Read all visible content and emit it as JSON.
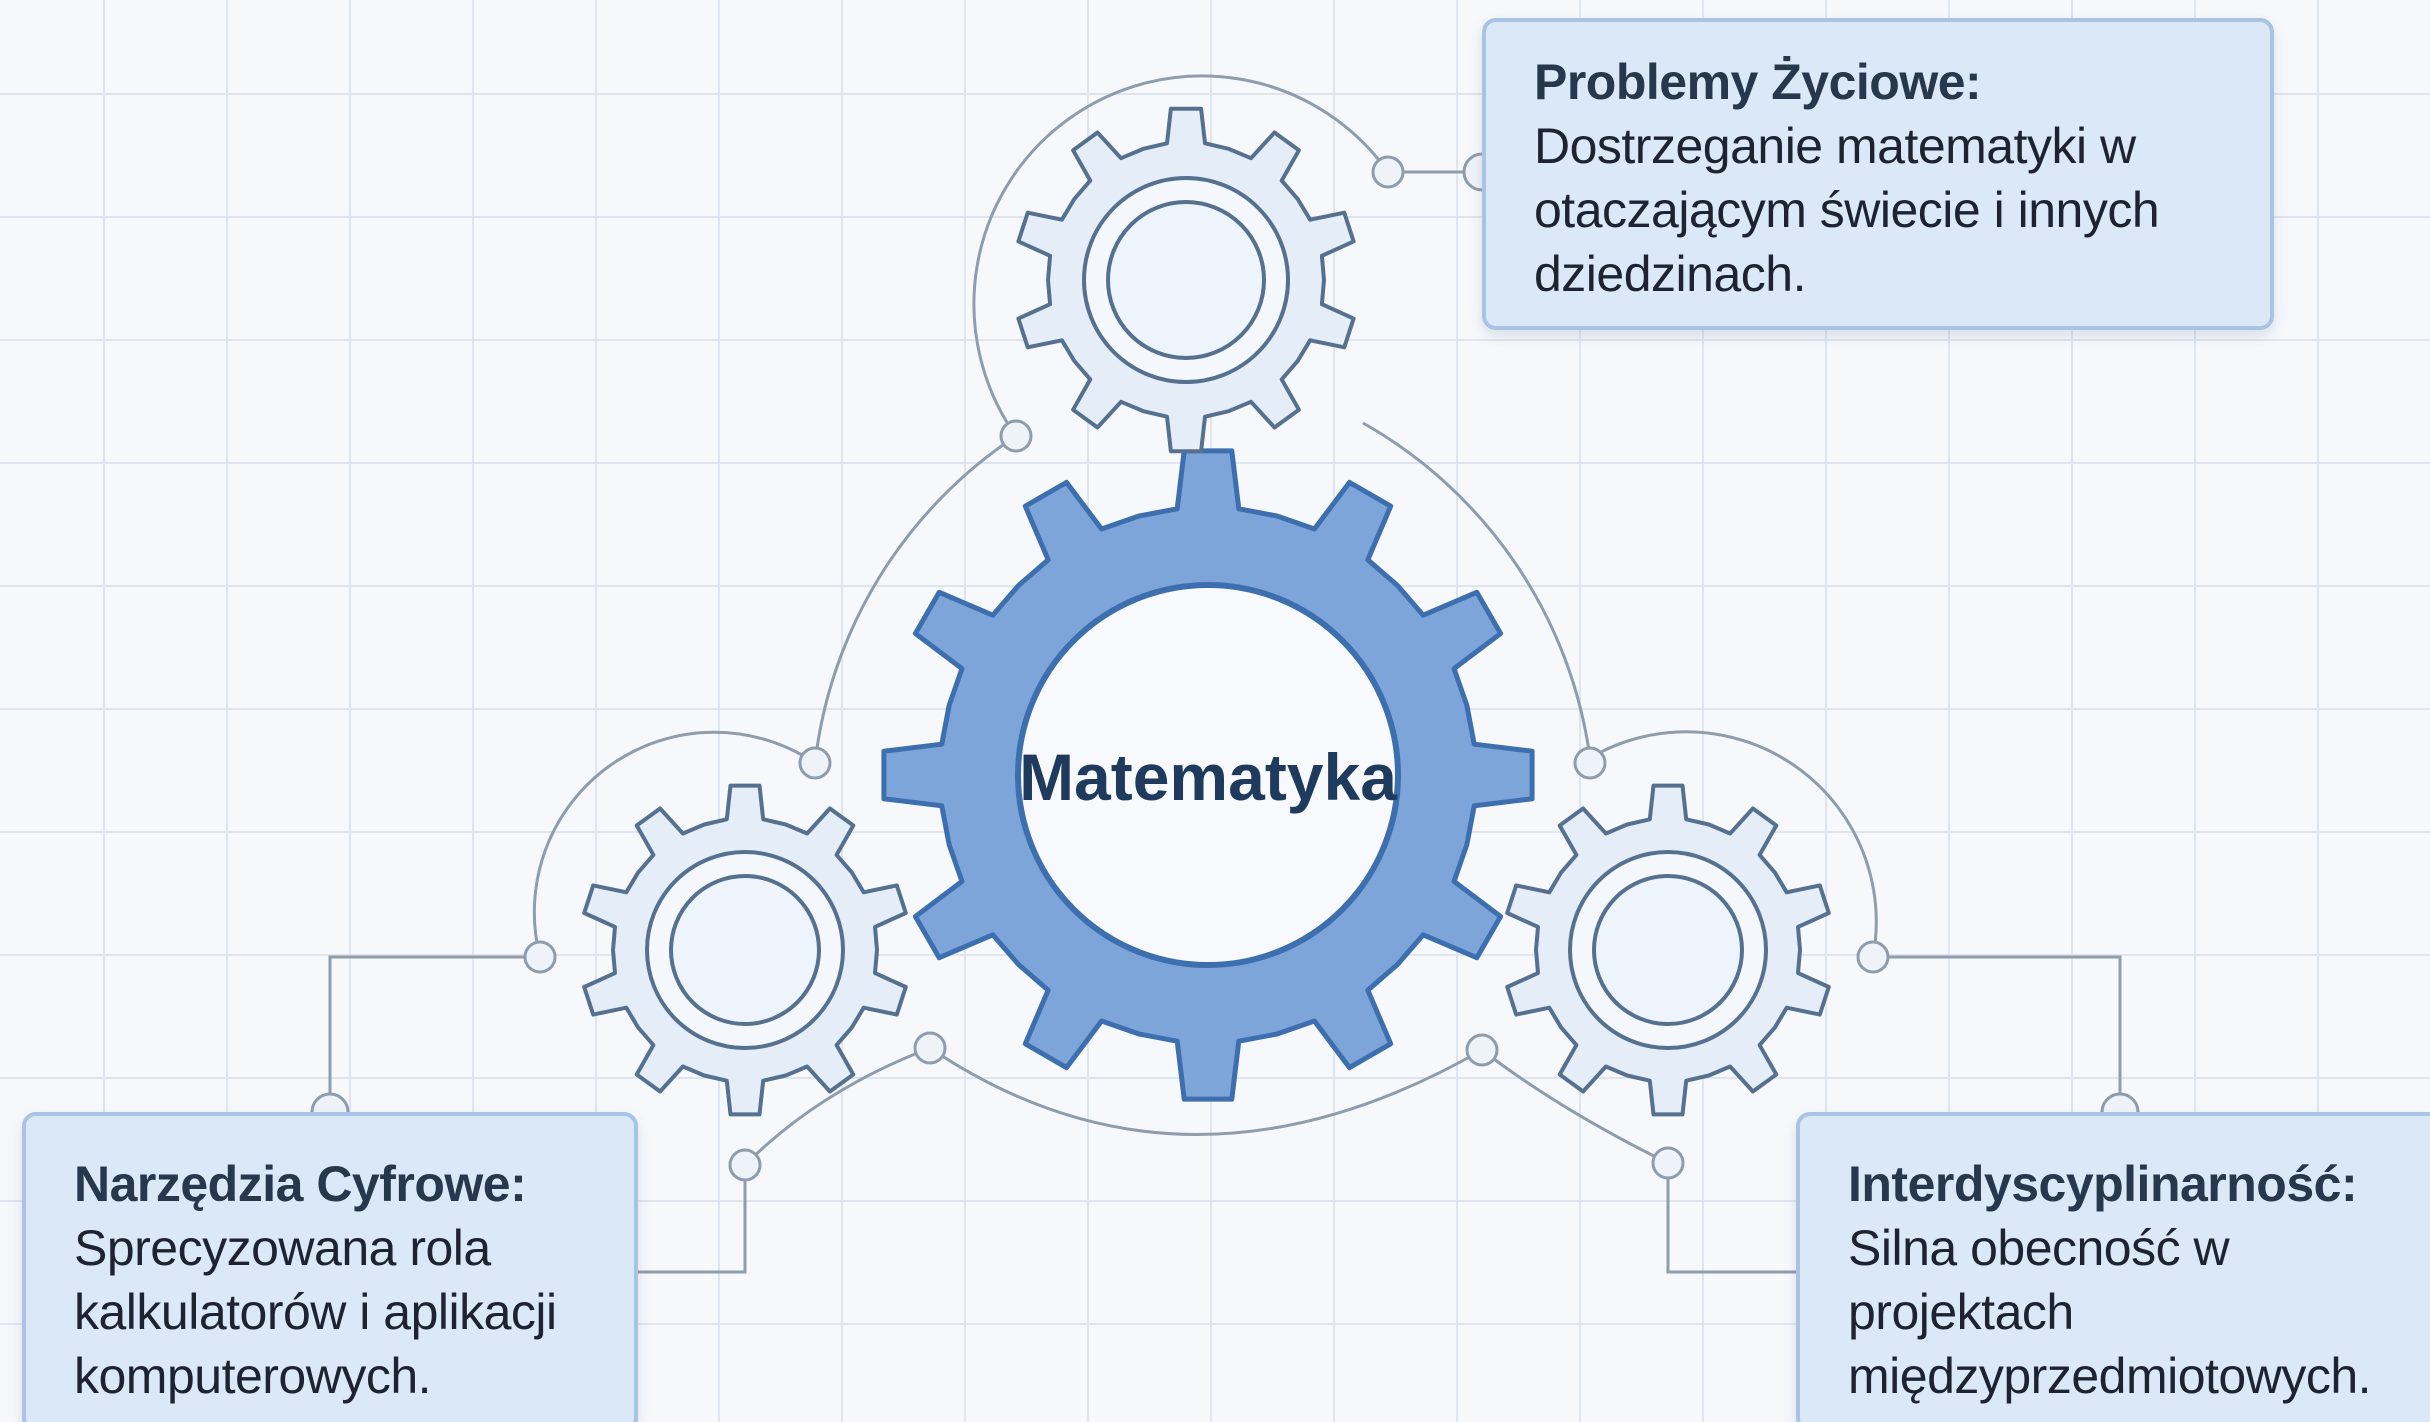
{
  "center": {
    "label": "Matematyka"
  },
  "cards": {
    "top": {
      "title": "Problemy Życiowe:",
      "lines": [
        "Dostrzeganie matematyki w",
        "otaczającym świecie i innych",
        "dziedzinach."
      ]
    },
    "left": {
      "title": "Narzędzia Cyfrowe:",
      "lines": [
        "Sprecyzowana rola",
        "kalkulatorów i aplikacji",
        "komputerowych."
      ]
    },
    "right": {
      "title": "Interdyscyplinarność:",
      "lines": [
        "Silna obecność w",
        "projektach",
        "międzyprzedmiotowych."
      ]
    }
  },
  "colors": {
    "main_gear_fill": "#7ea5d9",
    "main_gear_stroke": "#3d6fae",
    "small_gear_fill": "#e4edf8",
    "small_gear_stroke": "#56708f",
    "connector_line": "#8f9cac",
    "card_fill": "#dbe8f8",
    "card_border": "#a9c3e3",
    "center_text": "#1e3a5c"
  },
  "icons": [
    "main-gear-icon",
    "small-gear-icon"
  ]
}
